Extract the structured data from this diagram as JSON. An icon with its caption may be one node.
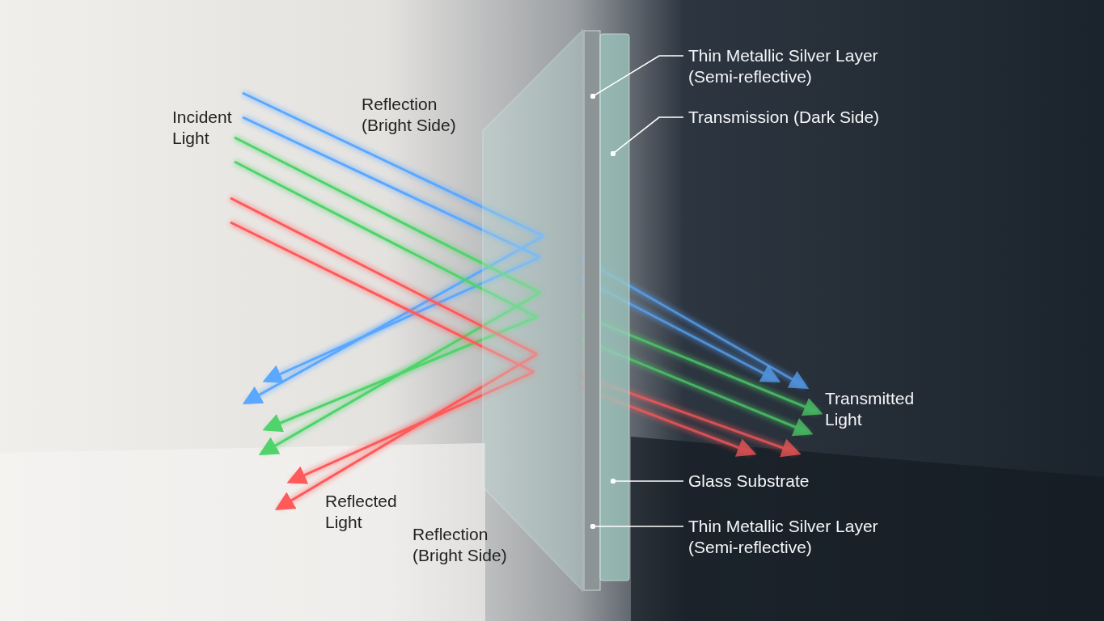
{
  "diagram": {
    "nodes": [
      {
        "text": [
          "Thin Metallic Silver Layer (Semi-reflective)"
        ]
      },
      {
        "text": [
          "Transmission (Dark Side)"
        ]
      },
      {
        "text": [
          "Glass Substrate"
        ]
      },
      {
        "text": [
          "Thin Metallic Silver Layer (Semi-reflective)"
        ]
      },
      {
        "text": [],
        "shape": "bar"
      },
      {
        "text": [],
        "shape": "box"
      }
    ],
    "edges": [
      {
        "from": 0,
        "to": 4,
        "arrow": "other"
      },
      {
        "from": 1,
        "to": 5,
        "arrow": "other"
      },
      {
        "from": 2,
        "to": 5,
        "arrow": "other"
      },
      {
        "from": 3,
        "to": 4,
        "arrow": "other"
      }
    ],
    "labels": [
      "Reflection (Bright Side)",
      "Incident Light",
      "Transmitted Light",
      "Reflected Light",
      "Reflection (Bright Side)"
    ]
  }
}
